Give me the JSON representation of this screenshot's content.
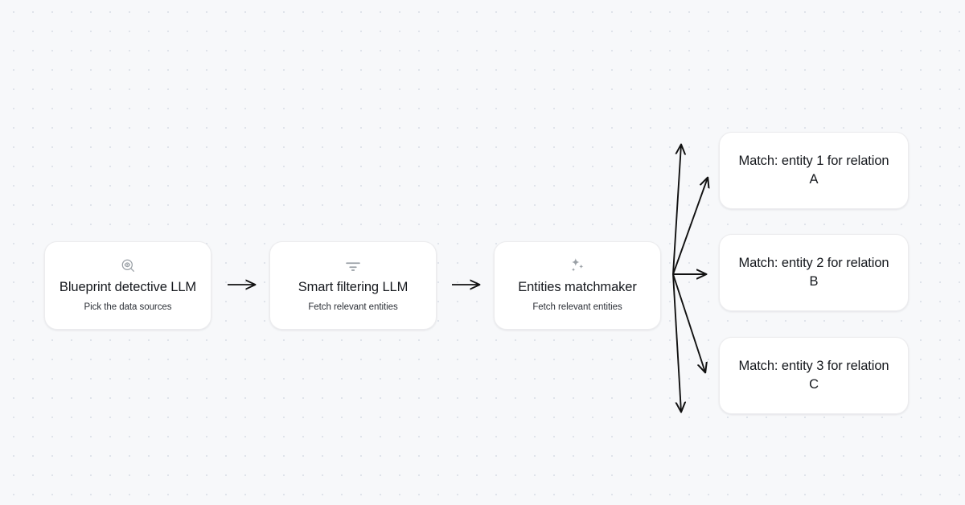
{
  "canvas": {
    "background_color": "#f7f8fa",
    "dot_color": "#dfe3ea",
    "card_background": "#ffffff",
    "card_border_color": "#ececee",
    "text_color": "#15181d",
    "icon_color": "#9aa0a6",
    "arrow_color": "#111111"
  },
  "pipeline": {
    "stages": [
      {
        "id": "blueprint-detective-llm",
        "icon": "magnifier-eye-icon",
        "title": "Blueprint detective LLM",
        "subtitle": "Pick the data sources"
      },
      {
        "id": "smart-filtering-llm",
        "icon": "filter-icon",
        "title": "Smart filtering LLM",
        "subtitle": "Fetch relevant entities"
      },
      {
        "id": "entities-matchmaker",
        "icon": "sparkles-icon",
        "title": "Entities matchmaker",
        "subtitle": "Fetch relevant entities"
      }
    ],
    "connectors": [
      {
        "id": "arrow-blueprint-to-filtering",
        "icon": "arrow-right-icon"
      },
      {
        "id": "arrow-filtering-to-matchmaker",
        "icon": "arrow-right-icon"
      }
    ],
    "fanout": {
      "id": "matchmaker-fanout",
      "icon": "fan-out-arrows-icon",
      "branch_count": 5
    },
    "outputs": [
      {
        "id": "match-1",
        "title": "Match: entity 1 for relation A"
      },
      {
        "id": "match-2",
        "title": "Match: entity 2 for relation B"
      },
      {
        "id": "match-3",
        "title": "Match: entity 3 for relation C"
      }
    ]
  }
}
